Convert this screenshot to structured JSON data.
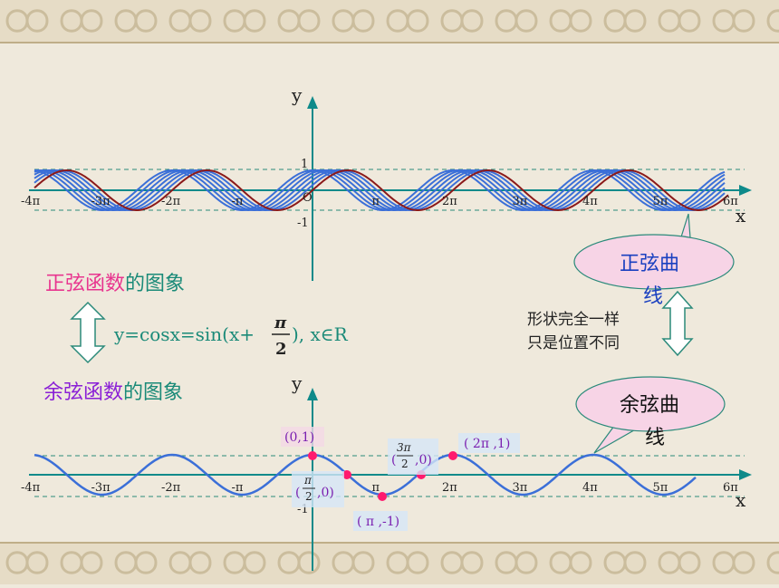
{
  "colors": {
    "background": "#efe9dc",
    "border": "#d8ccb2",
    "axis": "#0e8a8a",
    "dash": "#2b8a7a",
    "sine": "#8b1a1a",
    "cosine": "#3b6fd8",
    "pink": "#e8358f",
    "purple": "#8a1fd6",
    "teal": "#1a8a78",
    "callout_fill": "#f7d4e6",
    "point_fill": "#ff1a6e"
  },
  "top_graph": {
    "y_label": "y",
    "x_label": "x",
    "tick_1": "1",
    "tick_neg1": "-1",
    "origin": "O",
    "x_ticks": [
      "-4π",
      "-3π",
      "-2π",
      "-π",
      "π",
      "2π",
      "3π",
      "4π",
      "5π",
      "6π"
    ]
  },
  "bottom_graph": {
    "y_label": "y",
    "x_label": "x",
    "tick_neg1": "-1",
    "x_ticks": [
      "-4π",
      "-3π",
      "-2π",
      "-π",
      "π",
      "2π",
      "3π",
      "4π",
      "5π",
      "6π"
    ],
    "points": [
      {
        "label": "(0,1)",
        "x": 0,
        "y": 1
      },
      {
        "label": "( π ,-1)",
        "x": 3.14159,
        "y": -1
      },
      {
        "label": "( 2π ,1)",
        "x": 6.28318,
        "y": 1
      }
    ],
    "frac_points": [
      {
        "num": "π",
        "den": "2",
        "prefix": "(",
        "suffix": ",0)",
        "x": 1.5708
      },
      {
        "num": "3π",
        "den": "2",
        "prefix": "(",
        "suffix": ",0)",
        "x": 4.7124
      }
    ]
  },
  "labels": {
    "sine_prefix": "正弦函数",
    "sine_suffix": "的图象",
    "cosine_prefix": "余弦函数",
    "cosine_suffix": "的图象",
    "formula_left": "y=cosx=sin(x+",
    "formula_num": "π",
    "formula_den": "2",
    "formula_right": "),  x∈R",
    "callout_sine": "正弦曲线",
    "callout_cosine": "余弦曲线",
    "note_line1": "形状完全一样",
    "note_line2": "只是位置不同"
  }
}
